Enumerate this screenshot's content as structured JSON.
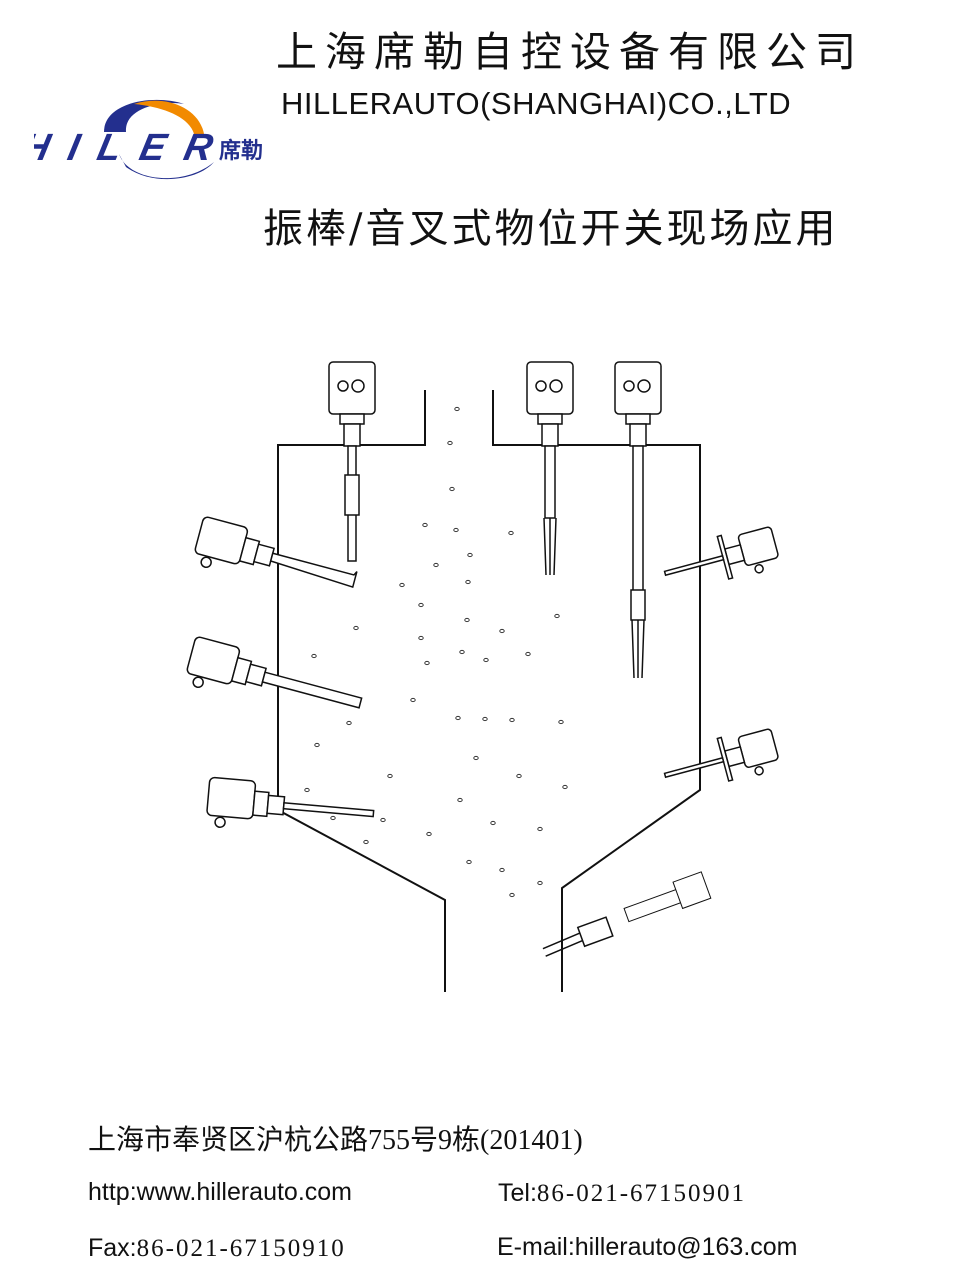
{
  "header": {
    "company_cn": "上海席勒自控设备有限公司",
    "company_en": "HILLERAUTO(SHANGHAI)CO.,LTD",
    "logo_text": "HILER席勒",
    "colors": {
      "logo_blue": "#232f8e",
      "logo_orange": "#f28a00"
    }
  },
  "title": "振棒/音叉式物位开关现场应用",
  "footer": {
    "address": "上海市奉贤区沪杭公路755号9栋(201401)",
    "website": "http:www.hillerauto.com",
    "tel_label": "Tel:",
    "tel_value": "86-021-67150901",
    "fax_label": "Fax:",
    "fax_value": "86-021-67150910",
    "email": "E-mail:hillerauto@163.com"
  }
}
